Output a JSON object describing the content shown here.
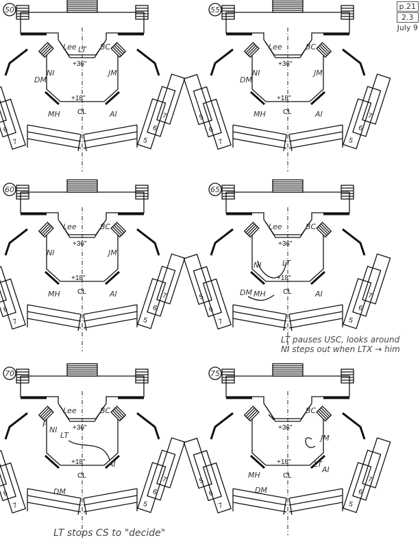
{
  "page_ref": {
    "page": "p.21",
    "section": "2.3",
    "date": "July 9"
  },
  "common": {
    "platform_top": "+36\"",
    "platform_bottom": "+18\"",
    "centerline": "CL",
    "seats": [
      "7",
      "6",
      "5"
    ]
  },
  "panels": [
    {
      "number": "50",
      "labels": [
        "Lee",
        "BC",
        "LT",
        "NI",
        "JM",
        "DM",
        "MH",
        "AI"
      ]
    },
    {
      "number": "55",
      "labels": [
        "Lee",
        "BC",
        "NI",
        "JM",
        "DM",
        "MH",
        "AI"
      ]
    },
    {
      "number": "60",
      "labels": [
        "Lee",
        "BC",
        "NI",
        "JM",
        "MH",
        "AI"
      ]
    },
    {
      "number": "65",
      "labels": [
        "Lee",
        "BC",
        "NI",
        "LT",
        "DM",
        "MH",
        "AI"
      ],
      "note": [
        "LT pauses USC, looks around",
        "NI steps out when LTX → him"
      ]
    },
    {
      "number": "70",
      "labels": [
        "Lee",
        "BC",
        "F",
        "NI",
        "LT",
        "AI",
        "DM"
      ],
      "note": [
        "LT stops CS to \"decide\""
      ]
    },
    {
      "number": "75",
      "labels": [
        "BC",
        "JM",
        "LT",
        "AI",
        "MH",
        "DM"
      ]
    }
  ]
}
